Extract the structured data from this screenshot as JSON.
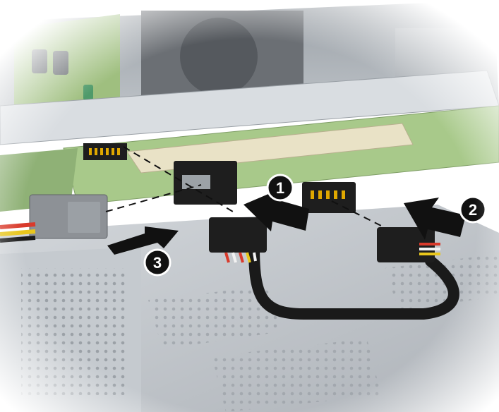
{
  "figure": {
    "steps": [
      {
        "label": "1"
      },
      {
        "label": "2"
      },
      {
        "label": "3"
      }
    ],
    "colors": {
      "background": "#ffffff",
      "chassis_metal": "#c9cdd2",
      "psu_metal": "#b9bec5",
      "circuit_board": "#a8c98a",
      "connector": "#1e1e1e",
      "arrow": "#111111",
      "badge": "#111111",
      "cable": "#1a1a1a",
      "wire_red": "#d93a2b",
      "wire_yellow": "#e8c61c",
      "wire_white": "#f2f2f2",
      "pins": "#e0a800"
    }
  }
}
